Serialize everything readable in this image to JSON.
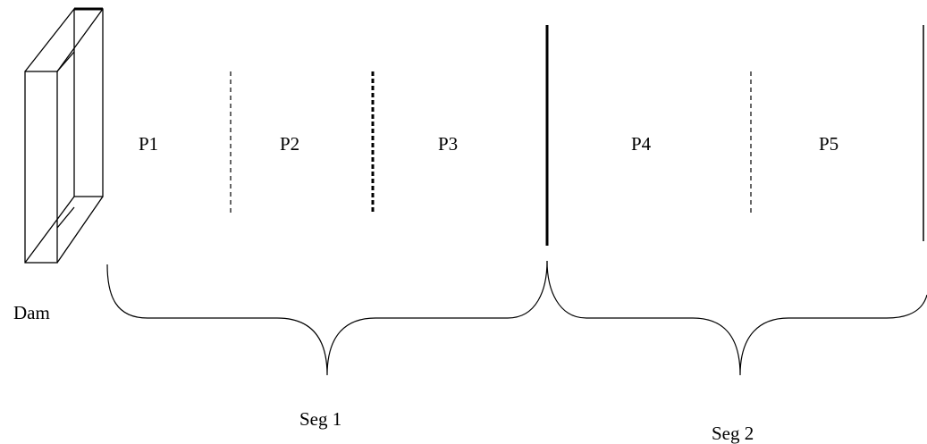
{
  "dam": {
    "label": "Dam"
  },
  "pools": [
    {
      "label": "P1"
    },
    {
      "label": "P2"
    },
    {
      "label": "P3"
    },
    {
      "label": "P4"
    },
    {
      "label": "P5"
    }
  ],
  "segments": [
    {
      "label": "Seg 1"
    },
    {
      "label": "Seg 2"
    }
  ],
  "colors": {
    "line": "#000000",
    "background": "#ffffff"
  }
}
